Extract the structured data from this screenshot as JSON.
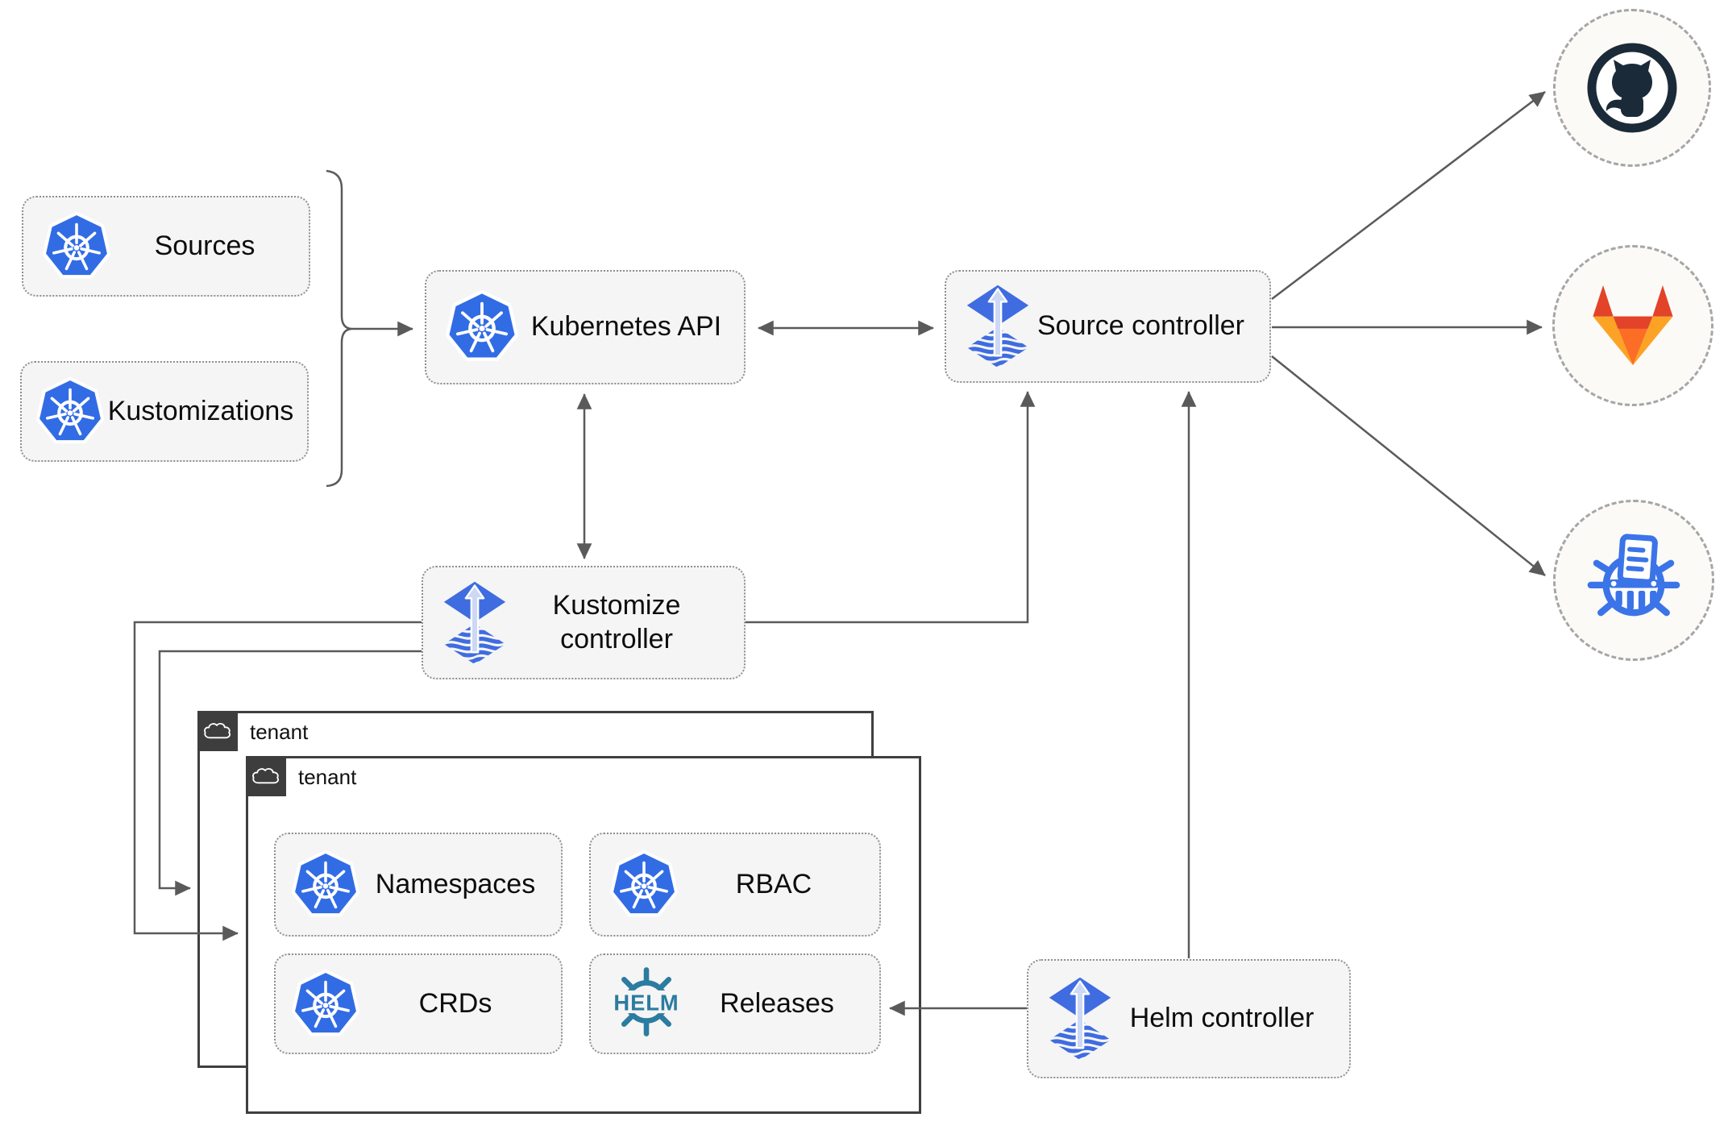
{
  "diagram": {
    "kind": "flux-cd-multi-tenancy-architecture",
    "nodes": {
      "sources": {
        "label": "Sources",
        "icon": "kubernetes-icon"
      },
      "kustomizations": {
        "label": "Kustomizations",
        "icon": "kubernetes-icon"
      },
      "kubernetes_api": {
        "label": "Kubernetes API",
        "icon": "kubernetes-icon"
      },
      "source_controller": {
        "label": "Source controller",
        "icon": "flux-icon"
      },
      "kustomize_controller": {
        "label": "Kustomize controller",
        "icon": "flux-icon"
      },
      "helm_controller": {
        "label": "Helm controller",
        "icon": "flux-icon"
      },
      "namespaces": {
        "label": "Namespaces",
        "icon": "kubernetes-icon"
      },
      "rbac": {
        "label": "RBAC",
        "icon": "kubernetes-icon"
      },
      "crds": {
        "label": "CRDs",
        "icon": "kubernetes-icon"
      },
      "releases": {
        "label": "Releases",
        "icon": "helm-icon"
      }
    },
    "groups": {
      "tenant_back": {
        "label": "tenant",
        "icon": "cloud-icon"
      },
      "tenant_front": {
        "label": "tenant",
        "icon": "cloud-icon"
      }
    },
    "external_endpoints": {
      "github": {
        "icon": "github-icon"
      },
      "gitlab": {
        "icon": "gitlab-icon"
      },
      "chart_museum": {
        "icon": "chartmuseum-icon"
      }
    },
    "helm_logo_text": "HELM",
    "connections": [
      "sources+kustomizations -> kubernetes_api",
      "kubernetes_api <-> source_controller",
      "kubernetes_api <-> kustomize_controller",
      "kustomize_controller -> source_controller",
      "kustomize_controller -> tenant_front",
      "kustomize_controller -> tenant_back",
      "helm_controller -> source_controller",
      "helm_controller -> releases",
      "source_controller -> github",
      "source_controller -> gitlab",
      "source_controller -> chart_museum"
    ],
    "colors": {
      "kubernetes_blue": "#326ce5",
      "flux_blue": "#3f6ce0",
      "flux_arrow_light": "#ccd8f4",
      "helm_teal": "#2c7ba0",
      "chartmuseum_blue": "#3b74e8",
      "github_dark": "#1b2a38",
      "gitlab_red": "#e24329",
      "gitlab_orange": "#fc6d26",
      "gitlab_light_orange": "#fca326",
      "connector_gray": "#5a5a5a",
      "node_fill": "#f5f5f5",
      "node_border": "#8f8f8f",
      "tenant_border": "#3f3f3f",
      "tenant_tab_bg": "#3d3d3d"
    }
  }
}
